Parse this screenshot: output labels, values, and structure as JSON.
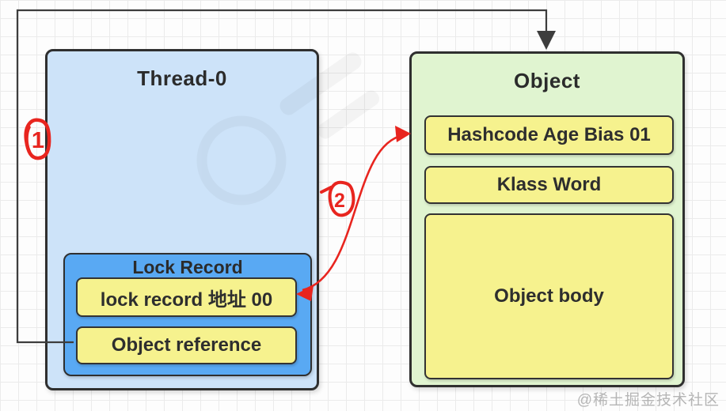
{
  "thread_box": {
    "title": "Thread-0",
    "fill": "#cde3f9",
    "lock_record": {
      "title": "Lock Record",
      "fill": "#59a9f3",
      "slots": [
        {
          "label": "lock record 地址 00"
        },
        {
          "label": "Object reference"
        }
      ]
    }
  },
  "object_box": {
    "title": "Object",
    "fill": "#e0f4d0",
    "slots": [
      {
        "label": "Hashcode Age Bias 01"
      },
      {
        "label": "Klass Word"
      },
      {
        "label": "Object body"
      }
    ]
  },
  "slot_fill": "#f6f28e",
  "annotations": [
    {
      "label": "1"
    },
    {
      "label": "2"
    }
  ],
  "arrow_colors": {
    "pointer_line": "#3d3d3d",
    "swap_arrow": "#e8251f"
  },
  "watermark": "@稀土掘金技术社区"
}
